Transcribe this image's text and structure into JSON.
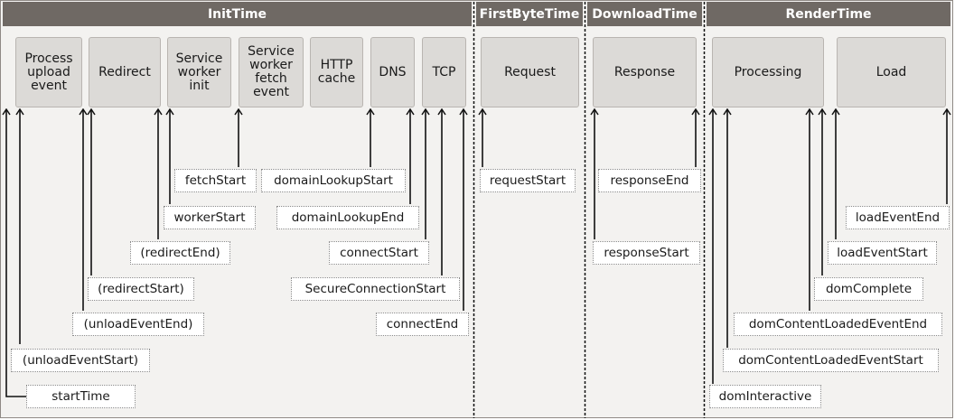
{
  "phases": {
    "init": "InitTime",
    "first_byte": "FirstByteTime",
    "download": "DownloadTime",
    "render": "RenderTime"
  },
  "stages": {
    "process_upload": "Process upload event",
    "redirect": "Redirect",
    "service_worker_init": "Service worker init",
    "service_worker_fetch": "Service worker fetch event",
    "http_cache": "HTTP cache",
    "dns": "DNS",
    "tcp": "TCP",
    "request": "Request",
    "response": "Response",
    "processing": "Processing",
    "load": "Load"
  },
  "events": {
    "fetch_start": "fetchStart",
    "domain_lookup_start": "domainLookupStart",
    "worker_start": "workerStart",
    "domain_lookup_end": "domainLookupEnd",
    "redirect_end": "(redirectEnd)",
    "connect_start": "connectStart",
    "redirect_start": "(redirectStart)",
    "secure_connection_start": "SecureConnectionStart",
    "unload_event_end": "(unloadEventEnd)",
    "connect_end": "connectEnd",
    "unload_event_start": "(unloadEventStart)",
    "start_time": "startTime",
    "request_start": "requestStart",
    "response_end": "responseEnd",
    "response_start": "responseStart",
    "load_event_end": "loadEventEnd",
    "load_event_start": "loadEventStart",
    "dom_complete": "domComplete",
    "dom_content_loaded_event_end": "domContentLoadedEventEnd",
    "dom_content_loaded_event_start": "domContentLoadedEventStart",
    "dom_interactive": "domInteractive"
  }
}
